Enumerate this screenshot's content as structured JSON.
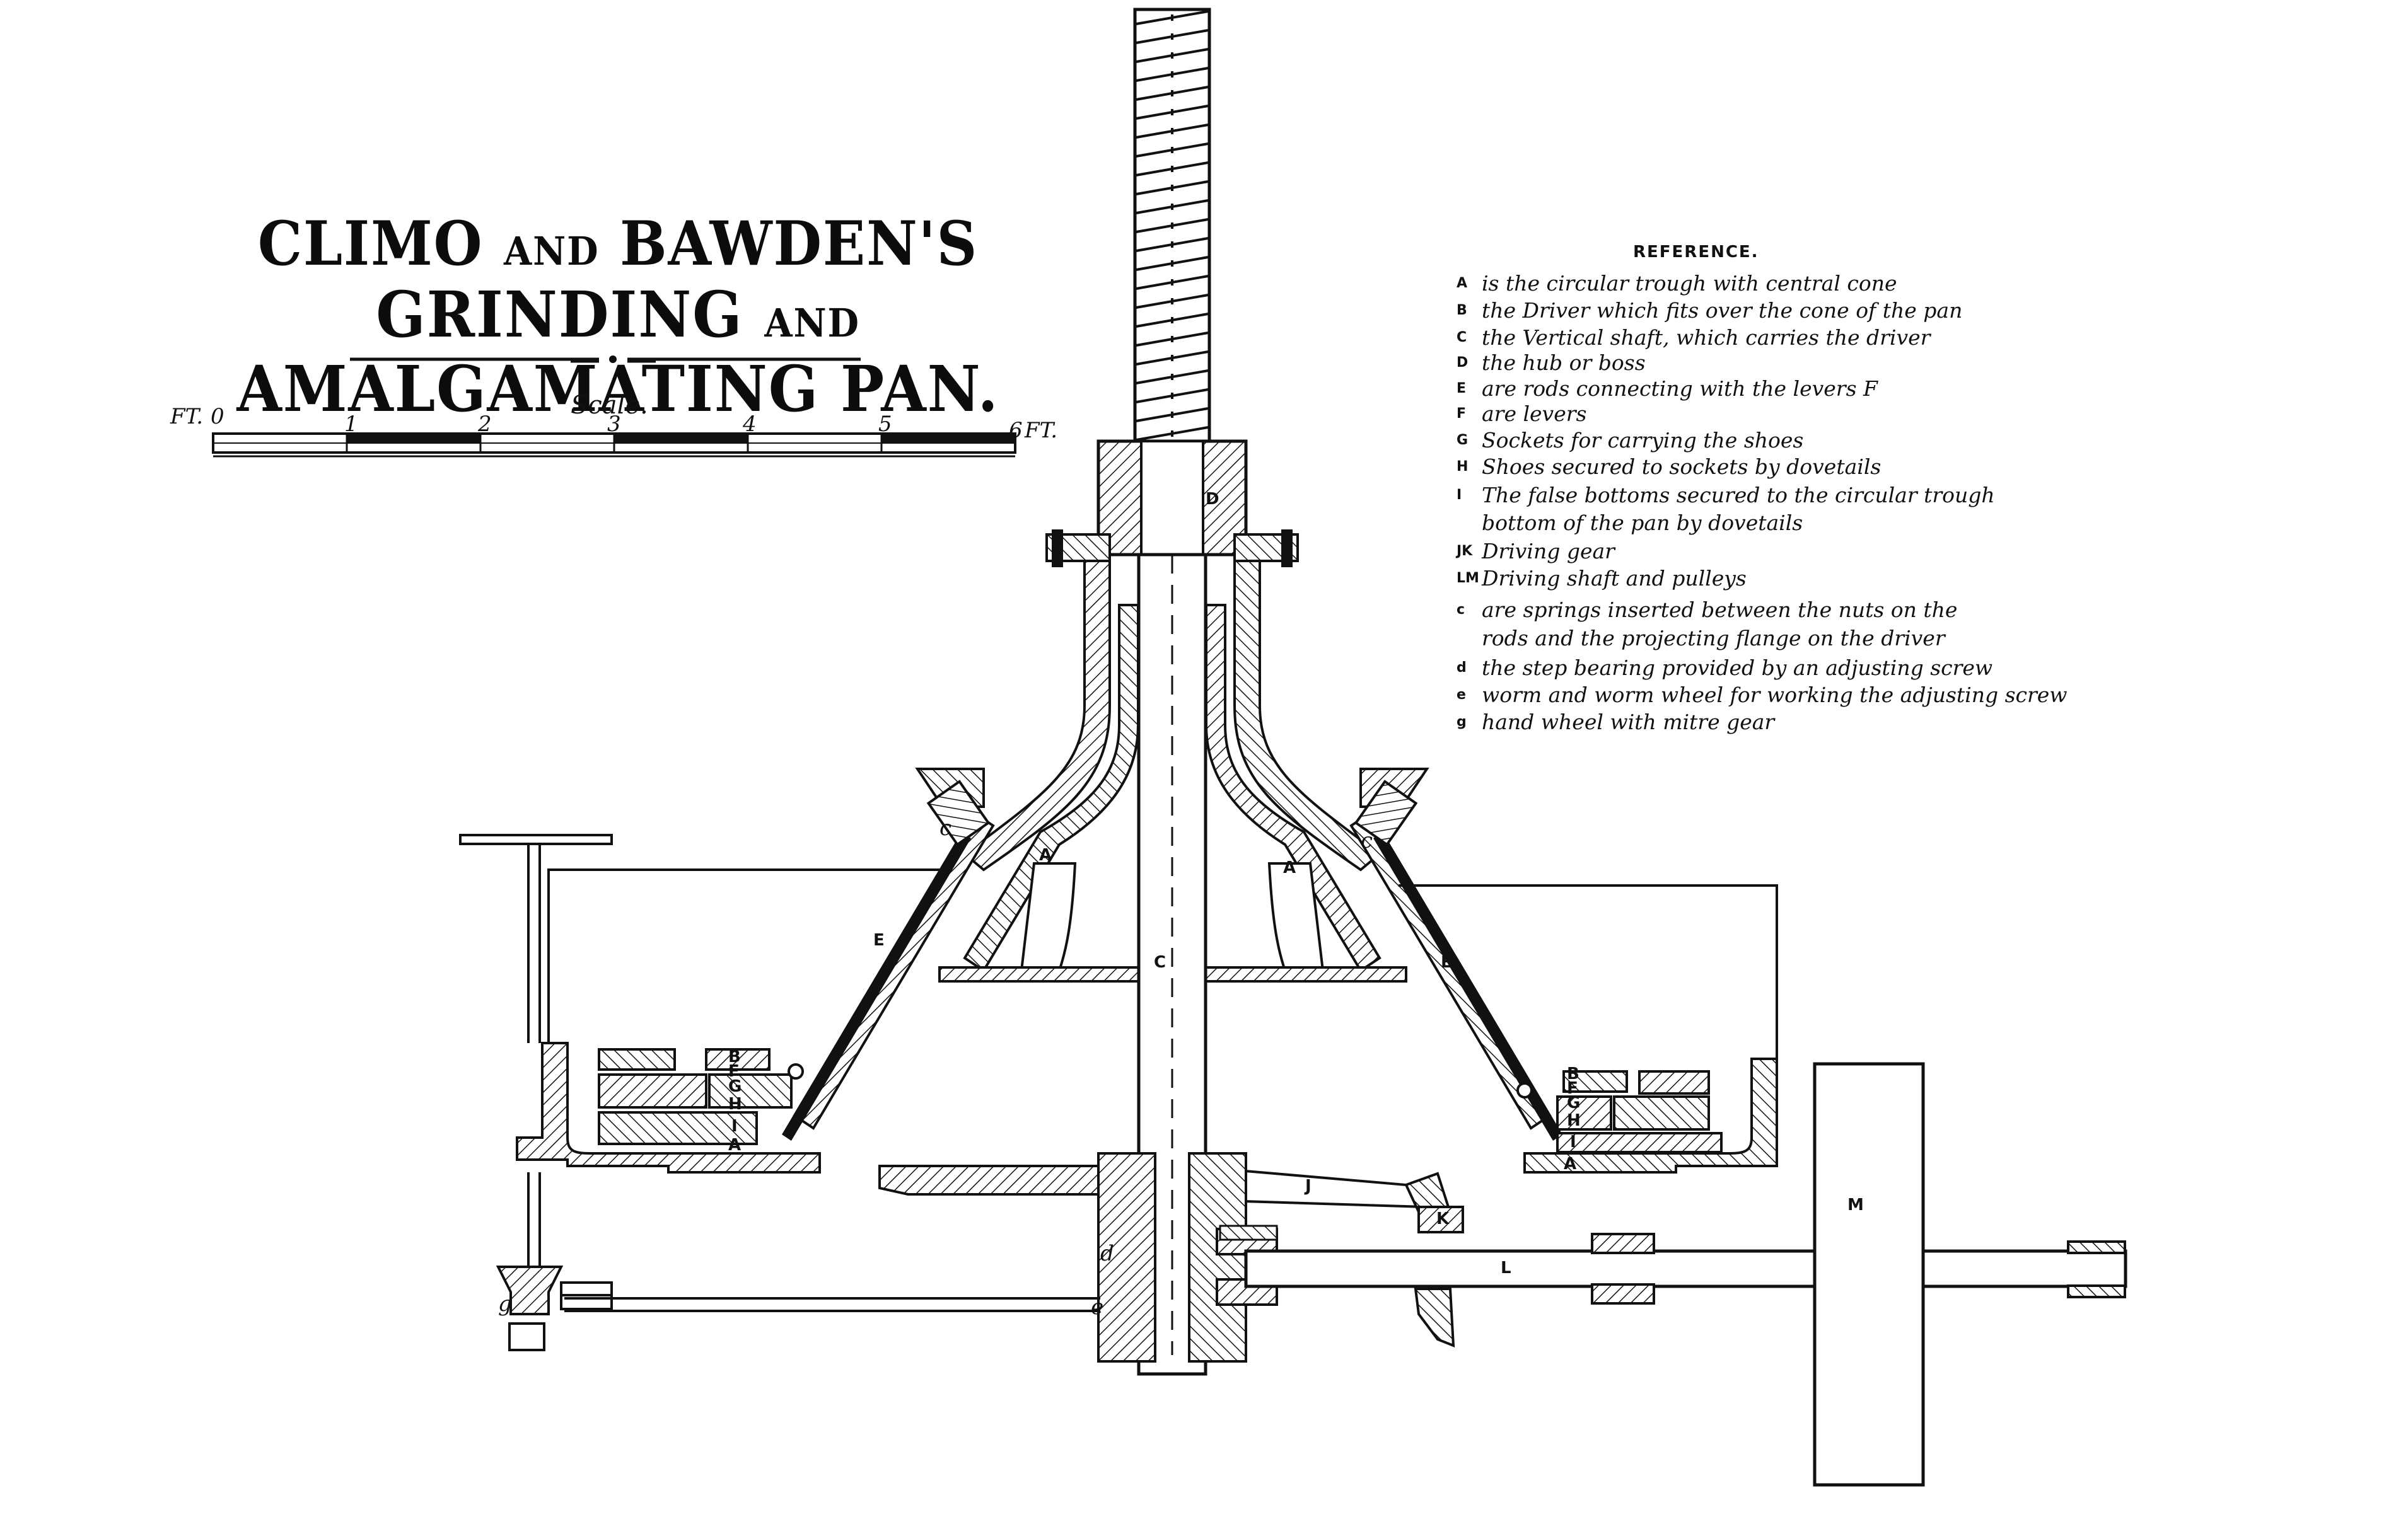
{
  "title": {
    "line1_word1": "CLIMO",
    "line1_and": "AND",
    "line1_word2": "BAWDEN'S",
    "line2_word1": "GRINDING",
    "line2_and": "AND",
    "line2_word2": "AMALGAMATING PAN."
  },
  "scale": {
    "label": "Scale.",
    "unit_left": "FT.",
    "unit_right": "FT.",
    "ticks": [
      "0",
      "1",
      "2",
      "3",
      "4",
      "5",
      "6"
    ]
  },
  "reference": {
    "heading": "REFERENCE.",
    "entries": [
      {
        "key": "A",
        "text": "is the circular trough with central cone"
      },
      {
        "key": "B",
        "text": "the Driver which fits over the cone of the pan"
      },
      {
        "key": "C",
        "text": "the Vertical shaft, which carries the driver"
      },
      {
        "key": "D",
        "text": "the hub or boss"
      },
      {
        "key": "E",
        "text": "are rods connecting with the levers F"
      },
      {
        "key": "F",
        "text": "are levers"
      },
      {
        "key": "G",
        "text": "Sockets for carrying the shoes"
      },
      {
        "key": "H",
        "text": "Shoes secured to sockets by dovetails"
      },
      {
        "key": "I",
        "text": "The false bottoms secured to the circular trough",
        "cont": "bottom of the pan by dovetails"
      },
      {
        "key": "JK",
        "text": "Driving gear"
      },
      {
        "key": "LM",
        "text": "Driving shaft and pulleys"
      },
      {
        "key": "c",
        "text": "are springs inserted between the nuts on the",
        "cont": "rods and the projecting flange on the driver"
      },
      {
        "key": "d",
        "text": "the step bearing provided by an adjusting screw"
      },
      {
        "key": "e",
        "text": "worm and worm wheel for working the adjusting screw"
      },
      {
        "key": "g",
        "text": "hand wheel with mitre gear"
      }
    ]
  },
  "drawing_labels": {
    "A_left": "A",
    "A_right": "A",
    "C": "C",
    "D": "D",
    "E_left": "E",
    "E_right": "E",
    "c_left": "c",
    "c_right": "c",
    "B_left": "B",
    "F_left": "F",
    "G_left": "G",
    "H_left": "H",
    "I_left": "I",
    "A_low_left": "A",
    "B_right": "B",
    "F_right": "F",
    "G_right": "G",
    "H_right": "H",
    "I_right": "I",
    "A_low_right": "A",
    "J": "J",
    "K": "K",
    "L": "L",
    "M": "M",
    "d": "d",
    "e": "e",
    "g": "g"
  }
}
